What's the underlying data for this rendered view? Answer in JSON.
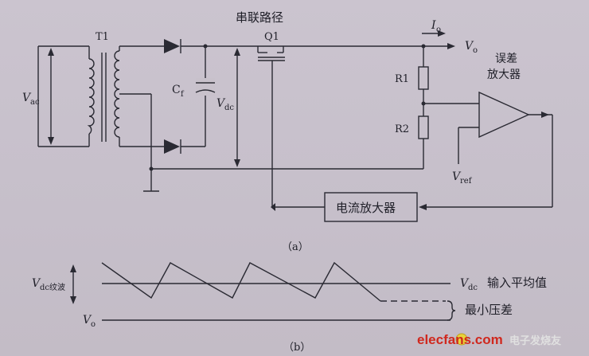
{
  "circuit": {
    "title": "串联路径",
    "transformer": "T1",
    "transistor": "Q1",
    "vac": "V",
    "vac_sub": "ac",
    "cf": "C",
    "cf_sub": "f",
    "vdc": "V",
    "vdc_sub": "dc",
    "io": "I",
    "io_sub": "o",
    "vo": "V",
    "vo_sub": "o",
    "r1": "R1",
    "r2": "R2",
    "error_amp_line1": "误差",
    "error_amp_line2": "放大器",
    "vref": "V",
    "vref_sub": "ref",
    "current_amp": "电流放大器",
    "caption": "（a）"
  },
  "waveform": {
    "left_vdc": "V",
    "left_vdc_sub": "dc纹波",
    "left_vo": "V",
    "left_vo_sub": "o",
    "avg_v": "V",
    "avg_v_sub": "dc",
    "avg_label": "输入平均值",
    "min_label": "最小压差",
    "caption": "（b）"
  },
  "watermark": {
    "text": "elecfans.com",
    "cn_text": "电子发烧友"
  }
}
